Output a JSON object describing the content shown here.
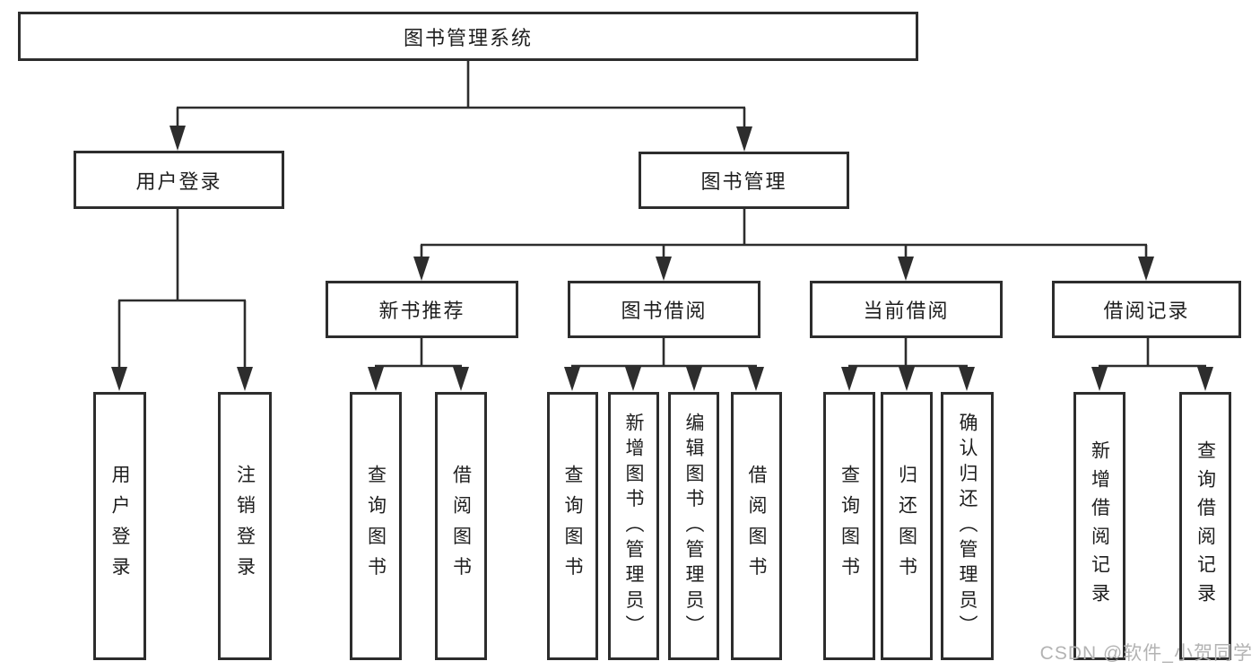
{
  "tree": {
    "root": {
      "label": "图书管理系统"
    },
    "children": [
      {
        "label": "用户登录",
        "children": [
          {
            "label": "用户登录"
          },
          {
            "label": "注销登录"
          }
        ]
      },
      {
        "label": "图书管理",
        "children": [
          {
            "label": "新书推荐",
            "children": [
              {
                "label": "查询图书"
              },
              {
                "label": "借阅图书"
              }
            ]
          },
          {
            "label": "图书借阅",
            "children": [
              {
                "label": "查询图书"
              },
              {
                "label": "新增图书（管理员）"
              },
              {
                "label": "编辑图书（管理员）"
              },
              {
                "label": "借阅图书"
              }
            ]
          },
          {
            "label": "当前借阅",
            "children": [
              {
                "label": "查询图书"
              },
              {
                "label": "归还图书"
              },
              {
                "label": "确认归还（管理员）"
              }
            ]
          },
          {
            "label": "借阅记录",
            "children": [
              {
                "label": "新增借阅记录"
              },
              {
                "label": "查询借阅记录"
              }
            ]
          }
        ]
      }
    ]
  },
  "watermark": {
    "text": "CSDN @软件_小贺同学"
  },
  "colors": {
    "line": "#2d2d2d",
    "text": "#1e1e1e",
    "background": "#ffffff",
    "watermark": "#b3b3b3"
  }
}
